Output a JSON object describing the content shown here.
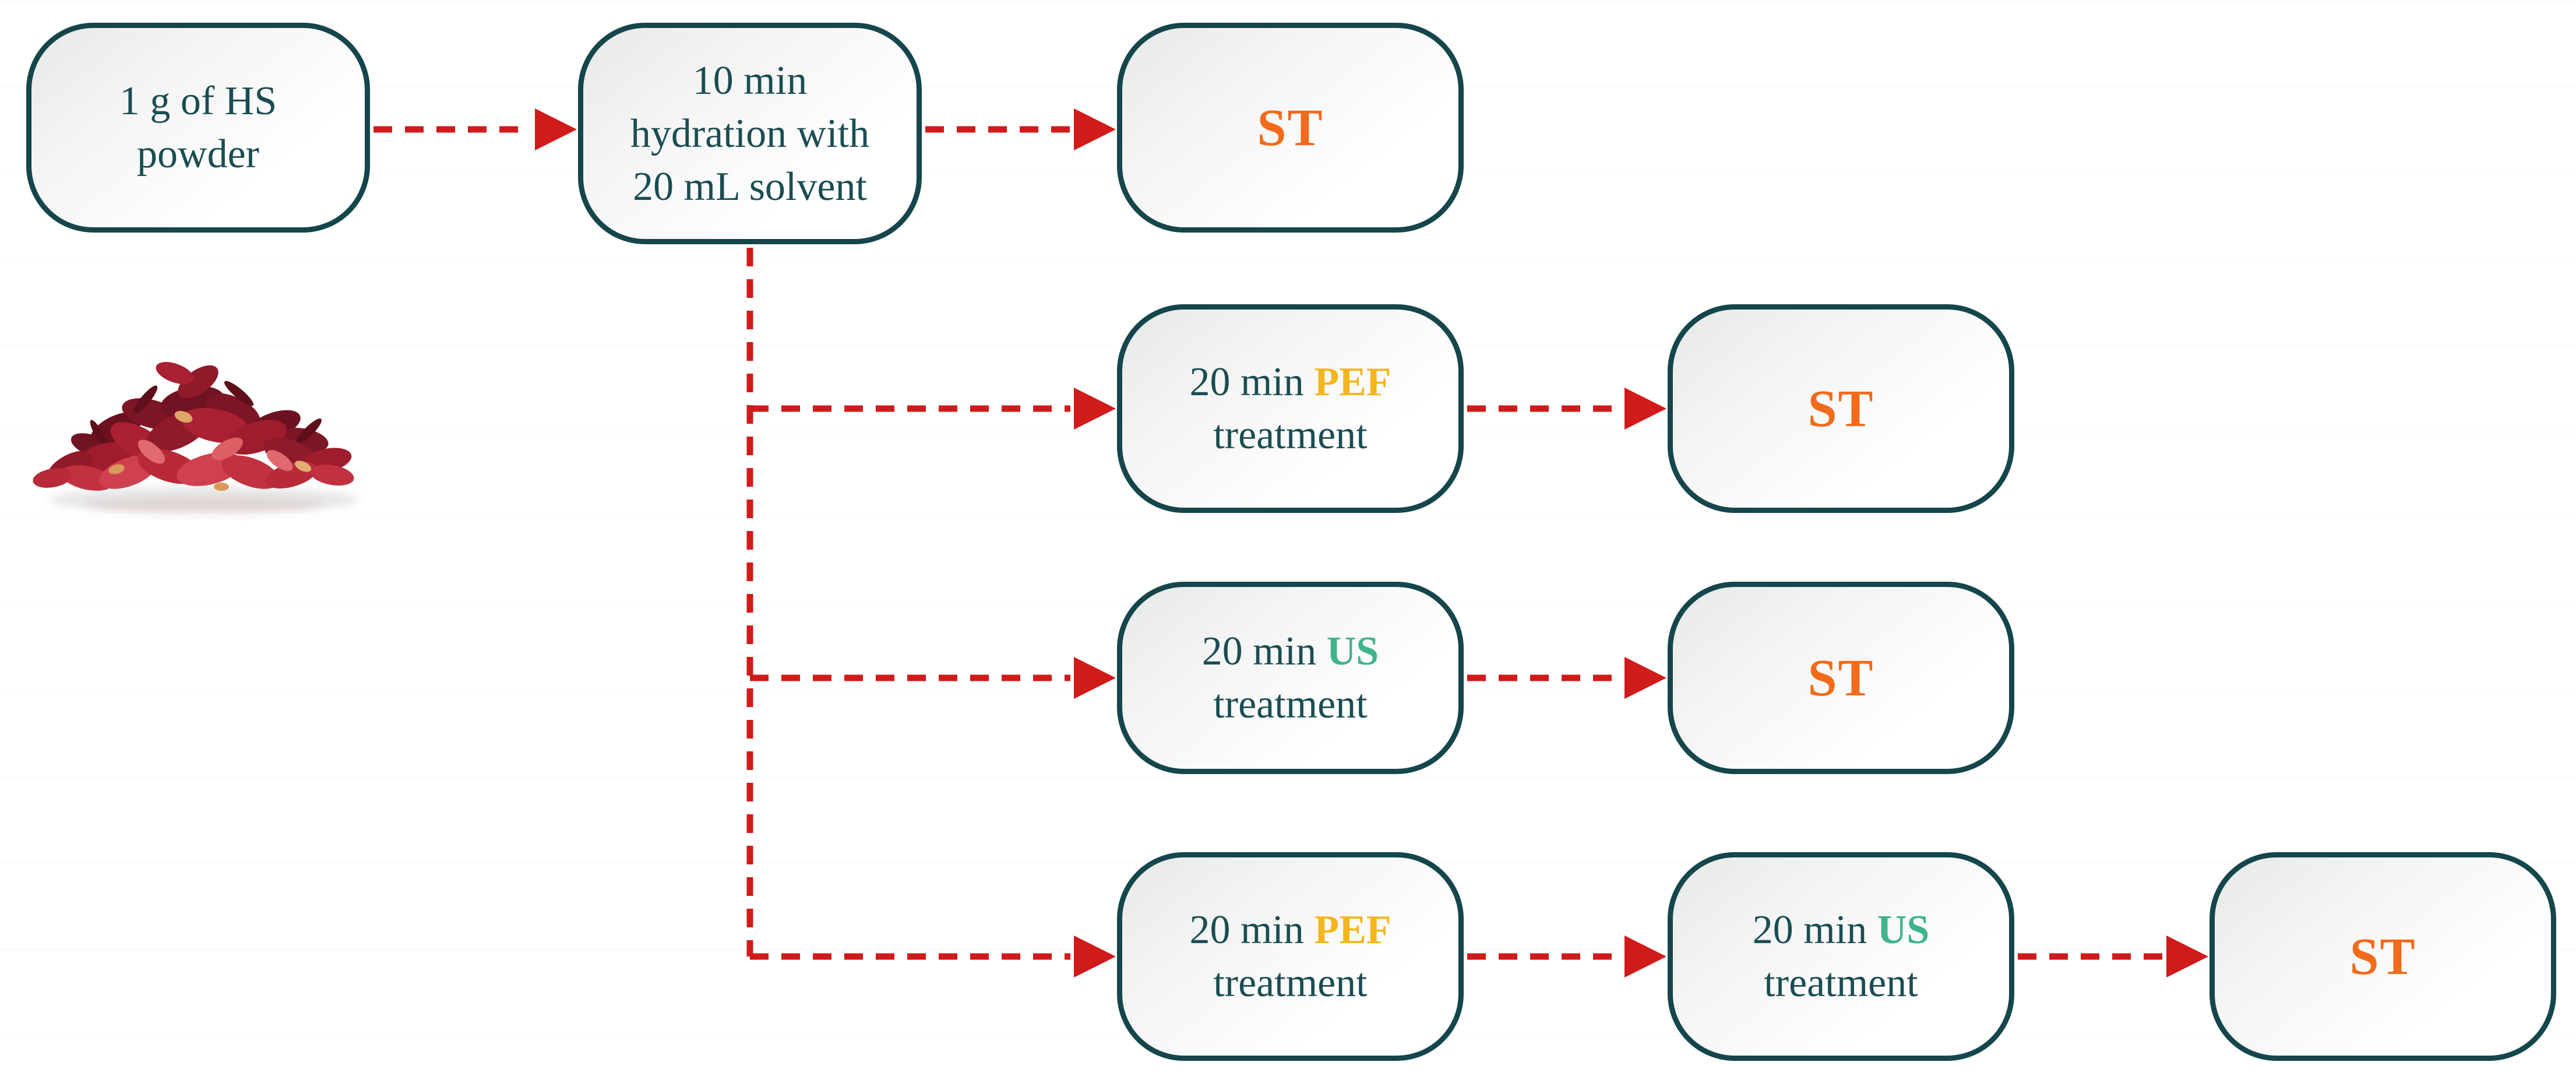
{
  "colors": {
    "box_border_teal": "#14464B",
    "text_teal": "#1A4D52",
    "arrow_red": "#D11A1A",
    "st_orange": "#F26A1B",
    "pef_yellow": "#F4B61D",
    "us_green": "#3FB38C"
  },
  "nodes": {
    "powder": {
      "line1": "1 g of HS",
      "line2": "powder"
    },
    "hydration": {
      "line1": "10 min",
      "line2": "hydration with",
      "line3": "20 mL solvent"
    },
    "st1": {
      "label": "ST"
    },
    "pef1": {
      "prefix": "20 min ",
      "keyword": "PEF",
      "line2": "treatment"
    },
    "st2": {
      "label": "ST"
    },
    "us1": {
      "prefix": "20 min ",
      "keyword": "US",
      "line2": "treatment"
    },
    "st3": {
      "label": "ST"
    },
    "pef2": {
      "prefix": "20 min ",
      "keyword": "PEF",
      "line2": "treatment"
    },
    "us2": {
      "prefix": "20 min ",
      "keyword": "US",
      "line2": "treatment"
    },
    "st4": {
      "label": "ST"
    }
  },
  "images": {
    "hibiscus_image": "dried-hibiscus-petals-pile"
  }
}
